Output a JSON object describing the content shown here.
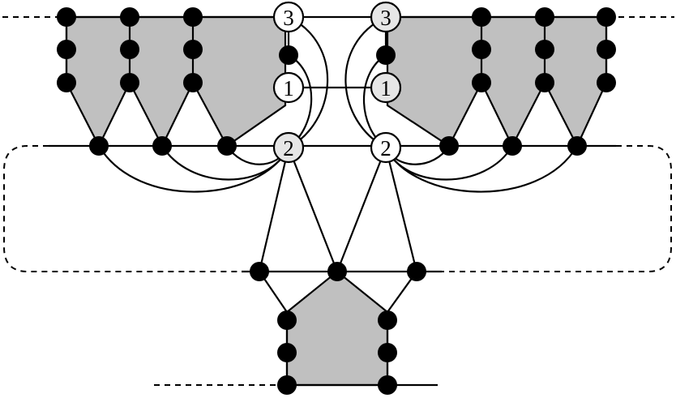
{
  "diagram": {
    "labels": {
      "left_top": "3",
      "left_mid": "1",
      "left_bot": "2",
      "right_top": "3",
      "right_mid": "1",
      "right_bot": "2"
    },
    "colors": {
      "face_fill": "#c0c0c0",
      "white_node": "#ffffff",
      "gray_node": "#e6e6e6",
      "stroke": "#000000"
    }
  }
}
